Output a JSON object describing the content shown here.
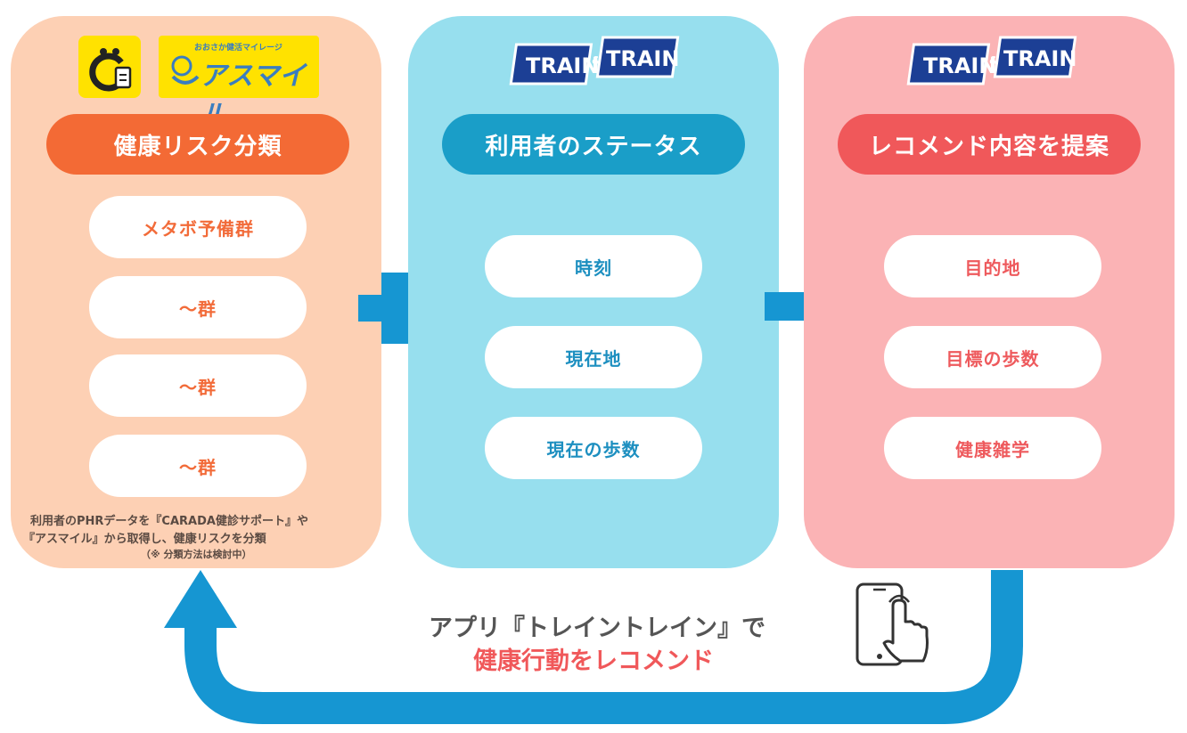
{
  "panels": {
    "health": {
      "header": "健康リスク分類",
      "groups": [
        "メタボ予備群",
        "〜群",
        "〜群",
        "〜群"
      ],
      "note_line1": "利用者のPHRデータを『CARADA健診サポート』や",
      "note_line2": "『アスマイル』から取得し、健康リスクを分類",
      "note_line3": "（※ 分類方法は検討中）",
      "logo_small_text": "おおさか健活マイレージ",
      "logo_text": "アスマイル"
    },
    "status": {
      "header": "利用者のステータス",
      "items": [
        "時刻",
        "現在地",
        "現在の歩数"
      ]
    },
    "recommend": {
      "header": "レコメンド内容を提案",
      "items": [
        "目的地",
        "目標の歩数",
        "健康雑学"
      ]
    }
  },
  "train_logo": {
    "left": "TRAIN",
    "amp": "&",
    "right": "TRAIN"
  },
  "caption": {
    "line1": "アプリ『トレイントレイン』で",
    "line2": "健康行動をレコメンド"
  },
  "colors": {
    "orange": "#f36a35",
    "blue": "#1a9ec8",
    "red": "#f0585a",
    "arrow_blue": "#1696d2"
  },
  "icons": [
    "carada-logo-icon",
    "asmile-logo-icon",
    "train-and-train-logo-icon",
    "plus-icon",
    "right-arrow-icon",
    "loop-arrow-icon",
    "smartphone-tap-icon"
  ]
}
